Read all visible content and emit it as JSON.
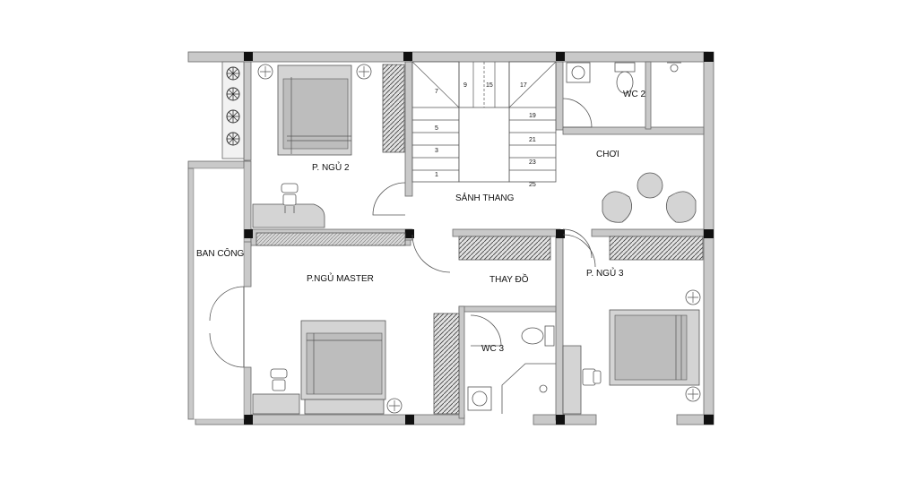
{
  "plan": {
    "rooms": {
      "bedroom2": "P. NGỦ 2",
      "stair_hall": "SẢNH THANG",
      "play": "CHƠI",
      "wc2": "WC 2",
      "balcony": "BAN CÔNG",
      "master": "P.NGỦ MASTER",
      "dressing": "THAY ĐỒ",
      "bedroom3": "P. NGỦ 3",
      "wc3": "WC 3"
    },
    "stair_numbers": {
      "s1": "1",
      "s3": "3",
      "s5": "5",
      "s7": "7",
      "s9": "9",
      "s15": "15",
      "s17": "17",
      "s19": "19",
      "s21": "21",
      "s23": "23",
      "s25": "25"
    }
  }
}
